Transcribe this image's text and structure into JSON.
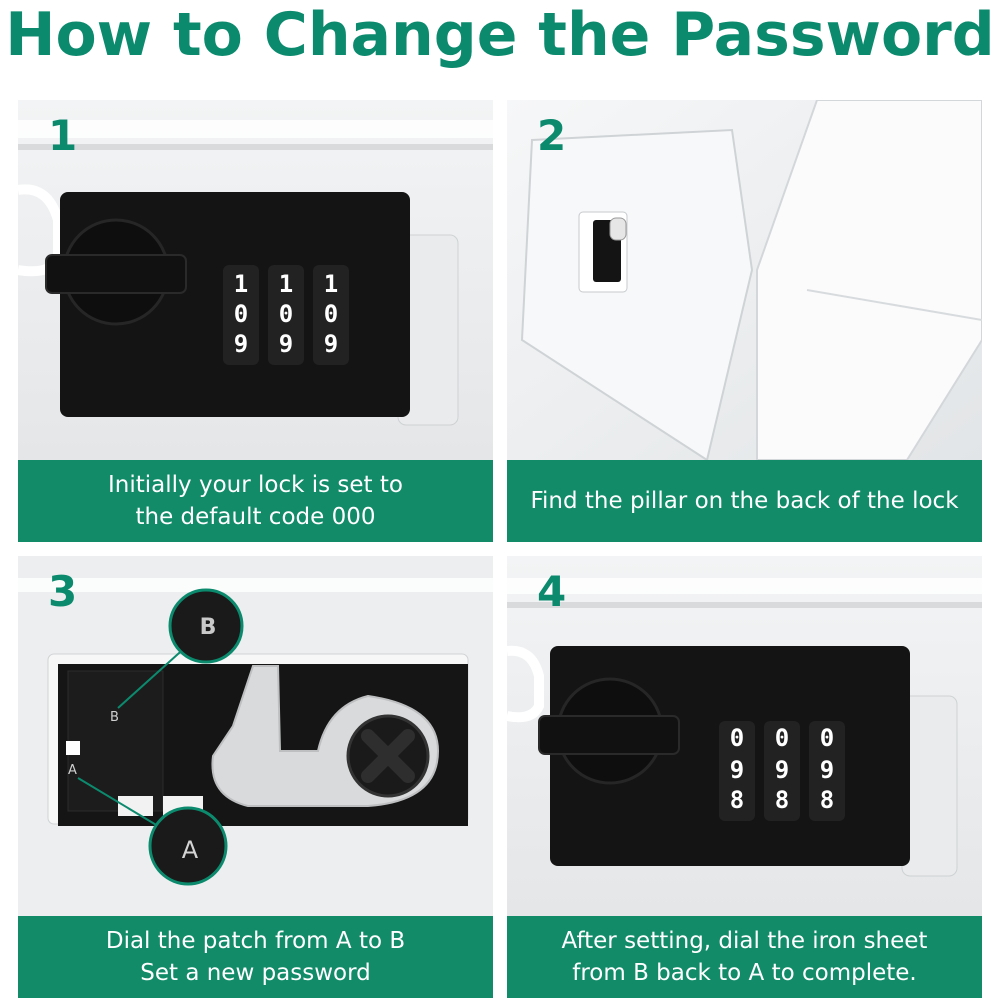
{
  "title": "How to Change the Password",
  "steps": [
    {
      "number": "1",
      "caption": [
        "Initially your lock is set to",
        "the default code 000"
      ],
      "dial_digits": [
        [
          "1",
          "0",
          "9"
        ],
        [
          "1",
          "0",
          "9"
        ],
        [
          "1",
          "0",
          "9"
        ]
      ]
    },
    {
      "number": "2",
      "caption": [
        "Find the pillar on the back of the lock"
      ]
    },
    {
      "number": "3",
      "caption": [
        "Dial the patch from A to B",
        "Set a new password"
      ],
      "callouts": {
        "top": "B",
        "bottom": "A",
        "small_b": "B",
        "small_a": "A"
      }
    },
    {
      "number": "4",
      "caption": [
        "After setting, dial the iron sheet",
        "from B back to A to complete."
      ],
      "dial_digits": [
        [
          "0",
          "9",
          "8"
        ],
        [
          "0",
          "9",
          "8"
        ],
        [
          "0",
          "9",
          "8"
        ]
      ]
    }
  ],
  "colors": {
    "accent": "#0b8a6d",
    "caption_bg": "#128b69",
    "lock": "#141414"
  }
}
